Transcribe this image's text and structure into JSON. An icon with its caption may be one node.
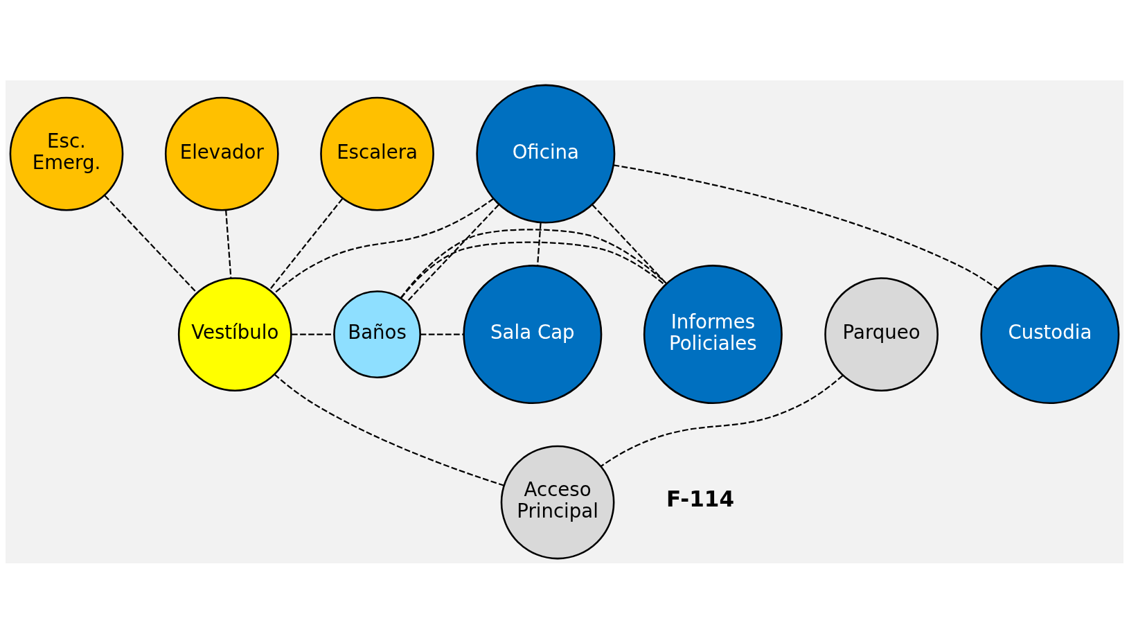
{
  "diagram": {
    "nodes": [
      {
        "text": [
          "Esc. Emerg."
        ]
      },
      {
        "text": [
          "Elevador"
        ]
      },
      {
        "text": [
          "Escalera"
        ]
      },
      {
        "text": [
          "Oficina"
        ]
      },
      {
        "text": [
          "Parqueo"
        ]
      },
      {
        "text": [
          "Vestíbulo"
        ]
      },
      {
        "text": [
          "Baños"
        ]
      },
      {
        "text": [
          "Informes Policiales"
        ]
      },
      {
        "text": [
          "Sala Cap"
        ]
      },
      {
        "text": [
          "Custodia"
        ]
      },
      {
        "text": [
          "Acceso Principal"
        ]
      }
    ],
    "edges": [
      {
        "from": 0,
        "to": 5,
        "arrow": "none",
        "style": "dashed"
      },
      {
        "from": 1,
        "to": 5,
        "arrow": "none",
        "style": "dashed"
      },
      {
        "from": 3,
        "to": 5,
        "arrow": "none",
        "style": "dashed"
      },
      {
        "from": 2,
        "to": 5,
        "arrow": "none",
        "style": "dashed"
      },
      {
        "from": 3,
        "to": 7,
        "arrow": "none",
        "style": "dashed"
      },
      {
        "from": 3,
        "to": 8,
        "arrow": "none",
        "style": "dashed"
      },
      {
        "from": 3,
        "to": 9,
        "arrow": "none",
        "style": "dashed"
      },
      {
        "from": 3,
        "to": 6,
        "arrow": "none",
        "style": "dashed"
      },
      {
        "from": 5,
        "to": 6,
        "arrow": "none",
        "style": "dashed"
      },
      {
        "from": 6,
        "to": 7,
        "arrow": "none",
        "style": "dashed"
      },
      {
        "from": 5,
        "to": 10,
        "arrow": "none",
        "style": "dashed"
      },
      {
        "from": 4,
        "to": 10,
        "arrow": "none",
        "style": "dashed"
      },
      {
        "from": 6,
        "to": 7,
        "arrow": "none",
        "style": "dashed"
      },
      {
        "from": 6,
        "to": 8,
        "arrow": "none",
        "style": "dashed"
      }
    ],
    "labels": [
      "F-114"
    ]
  }
}
